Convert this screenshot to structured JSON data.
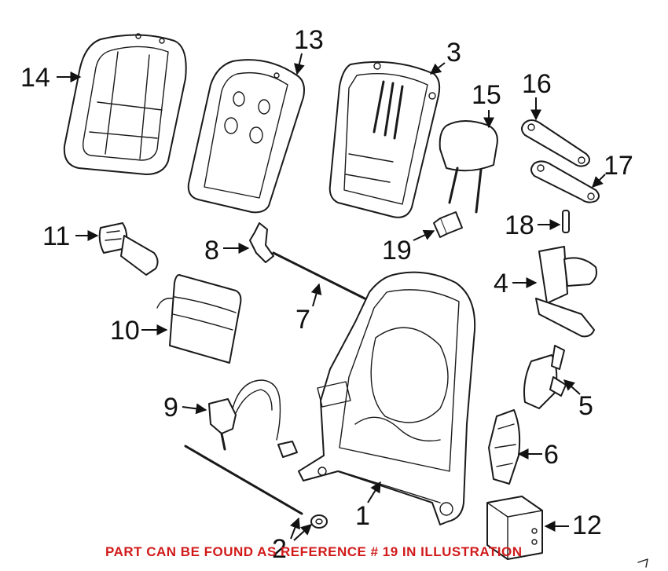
{
  "callouts": {
    "c1": "1",
    "c2": "2",
    "c3": "3",
    "c4": "4",
    "c5": "5",
    "c6": "6",
    "c7": "7",
    "c8": "8",
    "c9": "9",
    "c10": "10",
    "c11": "11",
    "c12": "12",
    "c13": "13",
    "c14": "14",
    "c15": "15",
    "c16": "16",
    "c17": "17",
    "c18": "18",
    "c19": "19"
  },
  "note": {
    "text": "PART CAN BE FOUND AS REFERENCE # 19 IN ILLUSTRATION",
    "color": "#d11a1a"
  },
  "line_color": "#1a1a1a"
}
